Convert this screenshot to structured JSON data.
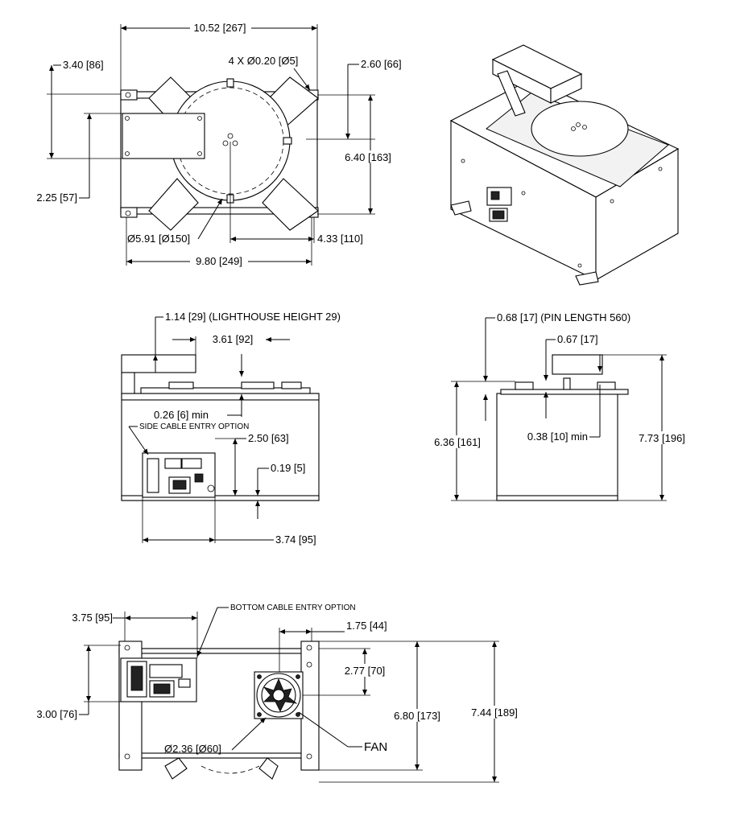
{
  "top_view": {
    "overall_width": "10.52 [267]",
    "hole_callout": "4 X Ø0.20 [Ø5]",
    "left_offset": "3.40 [86]",
    "right_offset": "2.60 [66]",
    "depth": "6.40 [163]",
    "panel_height": "2.25 [57]",
    "platter_diameter": "Ø5.91 [Ø150]",
    "center_offset": "4.33 [110]",
    "base_width": "9.80 [249]"
  },
  "front_view": {
    "lighthouse": "1.14 [29] (LIGHTHOUSE HEIGHT 29)",
    "width_92": "3.61 [92]",
    "min_gap": "0.26 [6] min",
    "side_cable_note": "SIDE CABLE ENTRY OPTION",
    "height_63": "2.50 [63]",
    "offset_5": "0.19 [5]",
    "width_95": "3.74 [95]"
  },
  "side_view": {
    "pin": "0.68 [17] (PIN LENGTH 560)",
    "top_17": "0.67 [17]",
    "height_161": "6.36 [161]",
    "min_10": "0.38 [10] min",
    "height_196": "7.73 [196]"
  },
  "bottom_view": {
    "bottom_cable_note": "BOTTOM CABLE ENTRY OPTION",
    "width_95": "3.75 [95]",
    "offset_44": "1.75 [44]",
    "fan_offset": "2.77 [70]",
    "left_76": "3.00 [76]",
    "height_173": "6.80 [173]",
    "height_189": "7.44 [189]",
    "fan_diameter": "Ø2.36 [Ø60]",
    "fan_label": "FAN"
  }
}
